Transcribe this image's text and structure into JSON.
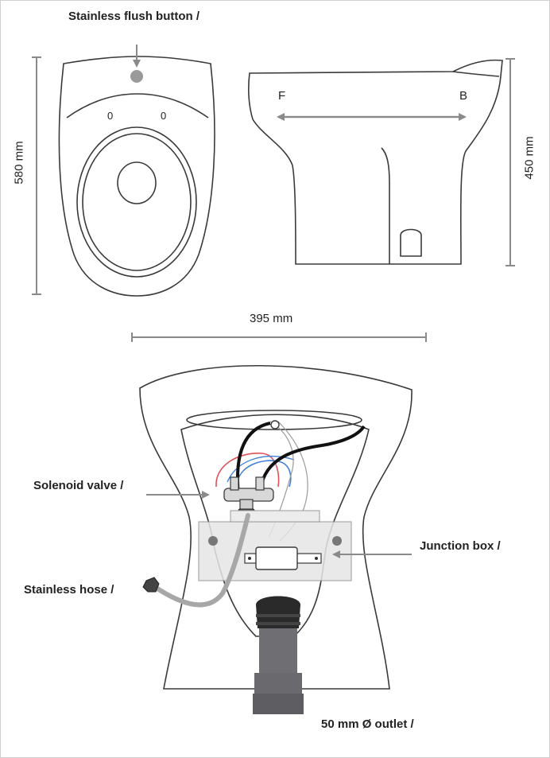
{
  "labels": {
    "flush_button": "Stainless flush button /",
    "solenoid_valve": "Solenoid valve /",
    "junction_box": "Junction box /",
    "stainless_hose": "Stainless hose /",
    "outlet": "50 mm Ø outlet /"
  },
  "dimensions": {
    "depth": "580 mm",
    "height": "450 mm",
    "width": "395 mm"
  },
  "side_view": {
    "front_marker": "F",
    "back_marker": "B"
  },
  "top_view": {
    "hole_left": "0",
    "hole_right": "0"
  },
  "colors": {
    "line": "#3a3a3a",
    "dimension": "#8a8a8a",
    "hot_pipe": "#e0505a",
    "cold_pipe": "#3f7fd8",
    "outlet": "#6f6f73",
    "junction_panel": "#e6e6e6"
  }
}
